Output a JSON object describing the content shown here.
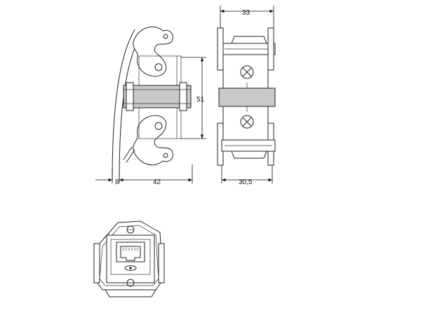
{
  "dimensions": {
    "offset": "8",
    "depth": "42",
    "height": "51",
    "top_width": "33",
    "bottom_width": "30,5"
  }
}
